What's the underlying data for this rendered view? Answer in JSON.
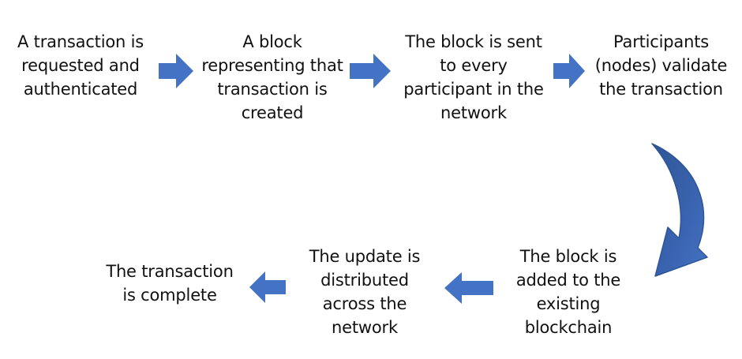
{
  "colors": {
    "arrow_fill": "#4472C4",
    "arrow_dark": "#2F5597",
    "text": "#111111",
    "background": "#FFFFFF"
  },
  "steps": [
    {
      "lines": [
        "A transaction is",
        "requested and",
        "authenticated"
      ]
    },
    {
      "lines": [
        "A block",
        "representing that",
        "transaction is",
        "created"
      ]
    },
    {
      "lines": [
        "The block is sent",
        "to every",
        "participant in the",
        "network"
      ]
    },
    {
      "lines": [
        "Participants",
        "(nodes) validate",
        "the transaction"
      ]
    },
    {
      "lines": [
        "The block is",
        "added to the",
        "existing",
        "blockchain"
      ]
    },
    {
      "lines": [
        "The update is",
        "distributed",
        "across the",
        "network"
      ]
    },
    {
      "lines": [
        "The transaction",
        "is complete"
      ]
    }
  ],
  "arrows": [
    {
      "direction": "right",
      "icon": "arrow-right-icon"
    },
    {
      "direction": "right",
      "icon": "arrow-right-icon"
    },
    {
      "direction": "right",
      "icon": "arrow-right-icon"
    },
    {
      "direction": "curved-down-left",
      "icon": "curved-arrow-icon"
    },
    {
      "direction": "left",
      "icon": "arrow-left-icon"
    },
    {
      "direction": "left",
      "icon": "arrow-left-icon"
    }
  ]
}
